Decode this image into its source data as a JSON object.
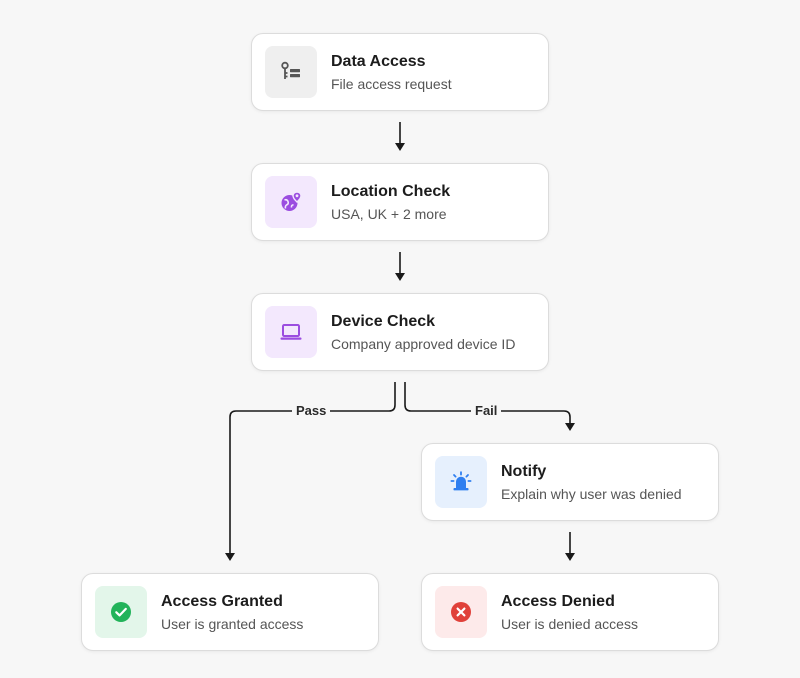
{
  "nodes": {
    "data_access": {
      "title": "Data Access",
      "subtitle": "File access request",
      "icon": "key-list-icon",
      "icon_bg": "#efefef",
      "icon_color": "#555555"
    },
    "location_check": {
      "title": "Location Check",
      "subtitle": "USA, UK + 2 more",
      "icon": "globe-pin-icon",
      "icon_bg": "#f3e8fd",
      "icon_color": "#9b4de0"
    },
    "device_check": {
      "title": "Device Check",
      "subtitle": "Company approved device ID",
      "icon": "laptop-icon",
      "icon_bg": "#f3e8fd",
      "icon_color": "#9b4de0"
    },
    "notify": {
      "title": "Notify",
      "subtitle": "Explain why user was denied",
      "icon": "alarm-bell-icon",
      "icon_bg": "#e6f0fd",
      "icon_color": "#2f7ff0"
    },
    "access_granted": {
      "title": "Access Granted",
      "subtitle": "User is granted access",
      "icon": "check-circle-icon",
      "icon_bg": "#e3f6ea",
      "icon_color": "#22b35a"
    },
    "access_denied": {
      "title": "Access Denied",
      "subtitle": "User is denied access",
      "icon": "x-circle-icon",
      "icon_bg": "#fdeaea",
      "icon_color": "#e0413a"
    }
  },
  "edges": {
    "pass_label": "Pass",
    "fail_label": "Fail"
  },
  "colors": {
    "background": "#f7f7f7",
    "connector": "#1a1a1a"
  }
}
